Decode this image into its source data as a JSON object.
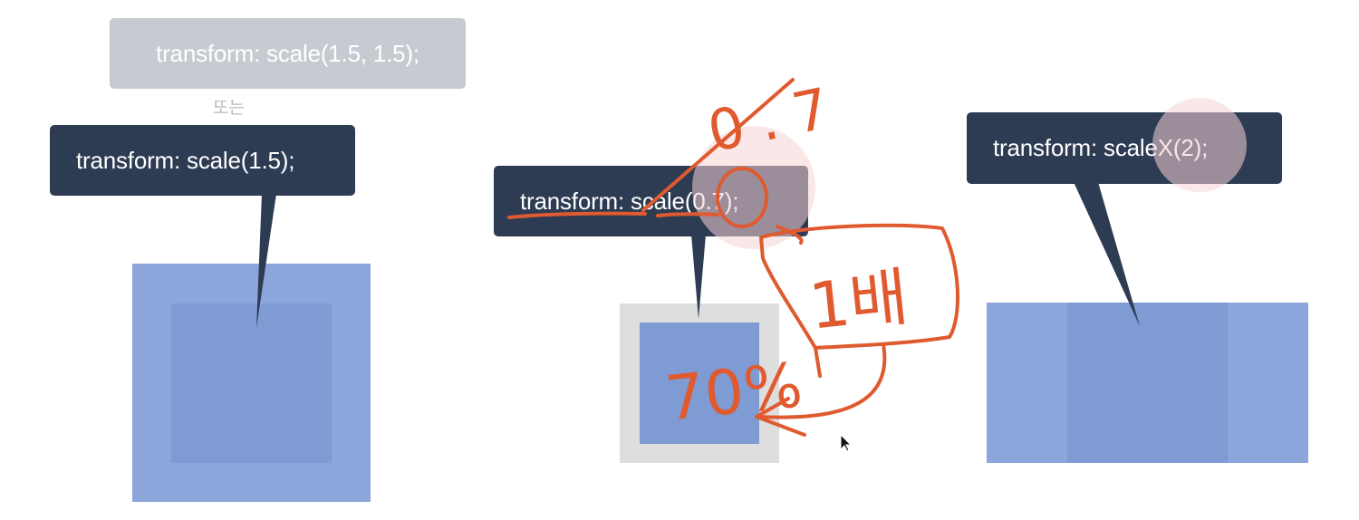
{
  "callouts": {
    "faded_scale_two_args": "transform: scale(1.5, 1.5);",
    "scale_one_arg": "transform: scale(1.5);",
    "scale_07": "transform: scale(0.7);",
    "scale_x": "transform: scaleX(2);"
  },
  "alt_word": "또는",
  "annotations": {
    "handwritten_value": "0.7",
    "handwritten_original": "1배",
    "handwritten_percent": "70%"
  },
  "colors": {
    "callout_bg": "#2d3b53",
    "callout_faded_bg": "#c7cbd1",
    "box_outer": "#8ca6dc",
    "box_inner": "#7f9bd4",
    "box_grey": "#dedede",
    "ink": "#e05a30"
  }
}
